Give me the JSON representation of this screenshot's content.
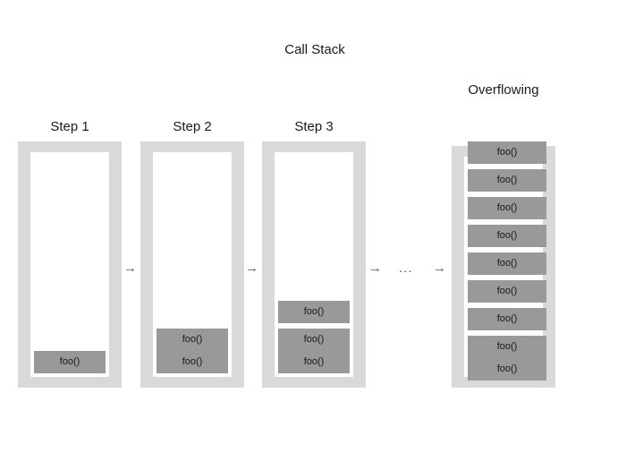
{
  "diagram": {
    "title": "Call Stack",
    "overflow_label": "Overflowing",
    "ellipsis": "...",
    "arrow_glyph": "→",
    "colors": {
      "frame": "#d9d9d9",
      "inner": "#ffffff",
      "frame_fill": "#ffffff",
      "slot": "#999999",
      "text": "#1a1a1a",
      "arrow": "#595959",
      "background": "#ffffff"
    },
    "columns": [
      {
        "id": "step-1",
        "label": "Step 1",
        "frames_count": 1,
        "overflowing": false,
        "frames": [
          "foo()"
        ]
      },
      {
        "id": "step-2",
        "label": "Step 2",
        "frames_count": 2,
        "overflowing": false,
        "frames": [
          "foo()",
          "foo()"
        ]
      },
      {
        "id": "step-3",
        "label": "Step 3",
        "frames_count": 3,
        "overflowing": false,
        "frames": [
          "foo()",
          "foo()",
          "foo()"
        ]
      },
      {
        "id": "overflowing",
        "label": "Overflowing",
        "frames_count": 9,
        "overflowing": true,
        "frames": [
          "foo()",
          "foo()",
          "foo()",
          "foo()",
          "foo()",
          "foo()",
          "foo()",
          "foo()",
          "foo()"
        ]
      }
    ],
    "arrows": [
      {
        "id": "arrow-1",
        "from": "step-1",
        "to": "step-2"
      },
      {
        "id": "arrow-2",
        "from": "step-2",
        "to": "step-3"
      },
      {
        "id": "arrow-3",
        "from": "step-3",
        "to": "ellipsis"
      },
      {
        "id": "arrow-4",
        "from": "ellipsis",
        "to": "overflowing"
      }
    ]
  }
}
